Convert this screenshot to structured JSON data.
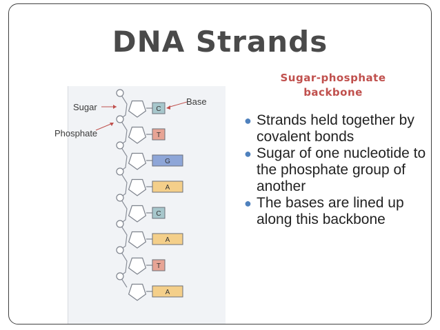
{
  "slide": {
    "title": "DNA Strands",
    "backbone_label": [
      "Sugar-phosphate",
      "backbone"
    ],
    "bullets": [
      "Strands held together by covalent bonds",
      "Sugar of one nucleotide to the phosphate group of another",
      "The bases are lined up along this backbone"
    ],
    "colors": {
      "accent": "#c0504d",
      "bullet": "#4f81bd",
      "title": "#4a4a4a"
    }
  },
  "figure": {
    "labels": {
      "sugar": "Sugar",
      "phosphate": "Phosphate",
      "base": "Base"
    },
    "bases": [
      {
        "letter": "C",
        "color": "#a7c7cc"
      },
      {
        "letter": "T",
        "color": "#e7a495"
      },
      {
        "letter": "G",
        "color": "#8ea6d8"
      },
      {
        "letter": "A",
        "color": "#f4cf8a"
      },
      {
        "letter": "C",
        "color": "#a7c7cc"
      },
      {
        "letter": "A",
        "color": "#f4cf8a"
      },
      {
        "letter": "T",
        "color": "#e7a495"
      },
      {
        "letter": "A",
        "color": "#f4cf8a"
      }
    ]
  }
}
